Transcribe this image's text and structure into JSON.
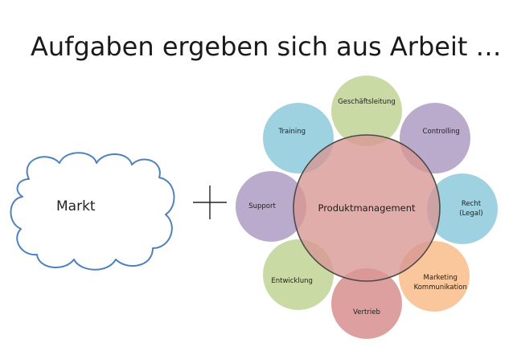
{
  "title": "Aufgaben ergeben sich aus Arbeit …",
  "cloud": {
    "label": "Markt",
    "stroke": "#4f81bd"
  },
  "plus": {
    "symbol": "+",
    "color": "#222222"
  },
  "center": {
    "label": "Produktmanagement",
    "color": "#d99694",
    "stroke": "#4a4a4a"
  },
  "satellites": [
    {
      "label": "Geschäftsleitung",
      "color": "#c3d69b"
    },
    {
      "label": "Controlling",
      "color": "#b3a2c7"
    },
    {
      "label": "Recht\n(Legal)",
      "color": "#93cddd"
    },
    {
      "label": "Marketing\nKommunikation",
      "color": "#fac090"
    },
    {
      "label": "Vertrieb",
      "color": "#d99694"
    },
    {
      "label": "Entwicklung",
      "color": "#c3d69b"
    },
    {
      "label": "Support",
      "color": "#b3a2c7"
    },
    {
      "label": "Training",
      "color": "#93cddd"
    }
  ]
}
